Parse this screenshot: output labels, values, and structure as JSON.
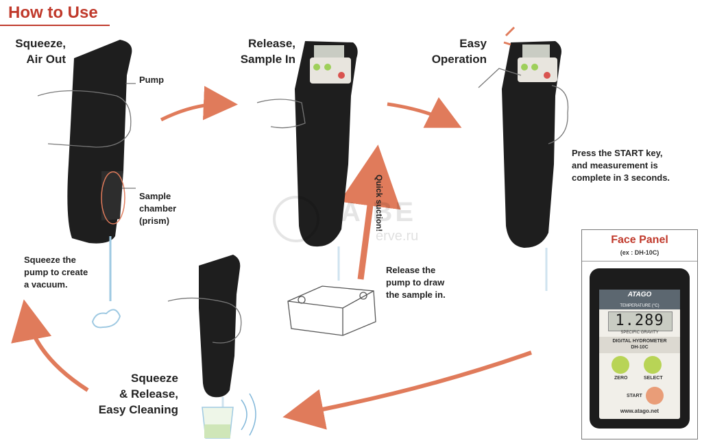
{
  "header": {
    "title": "How to Use",
    "accent": "#c0392b"
  },
  "steps": [
    {
      "title_lines": [
        "Squeeze,",
        "Air Out"
      ],
      "note_lines": [
        "Squeeze the",
        "pump to create",
        "a vacuum."
      ]
    },
    {
      "title_lines": [
        "Release,",
        "Sample In"
      ],
      "note_lines": [
        "Release the",
        "pump to draw",
        "the sample in."
      ]
    },
    {
      "title_lines": [
        "Easy",
        "Operation"
      ],
      "note_lines": [
        "Press the START key,",
        "and measurement is",
        "complete in 3 seconds."
      ]
    },
    {
      "title_lines": [
        "Squeeze",
        "& Release,",
        "Easy Cleaning"
      ]
    }
  ],
  "callouts": {
    "pump": "Pump",
    "sample_chamber_lines": [
      "Sample",
      "chamber",
      "(prism)"
    ],
    "quick_suction": "Quick suction!"
  },
  "watermark": {
    "main": "A   BE",
    "sub": "erve.ru"
  },
  "face_panel": {
    "title": "Face Panel",
    "subtitle": "(ex : DH-10C)",
    "brand": "ATAGO",
    "temperature_label": "TEMPERATURE (°C)",
    "reading": "1.289",
    "sg_label": "SPECIFIC GRAVITY",
    "model_lines": [
      "DIGITAL HYDROMETER",
      "DH-10C"
    ],
    "buttons": {
      "zero": "ZERO",
      "select": "SELECT",
      "start": "START"
    },
    "url": "www.atago.net"
  },
  "colors": {
    "arrow": "#e07b5b",
    "device": "#1e1e1e",
    "hand": "#777777"
  }
}
